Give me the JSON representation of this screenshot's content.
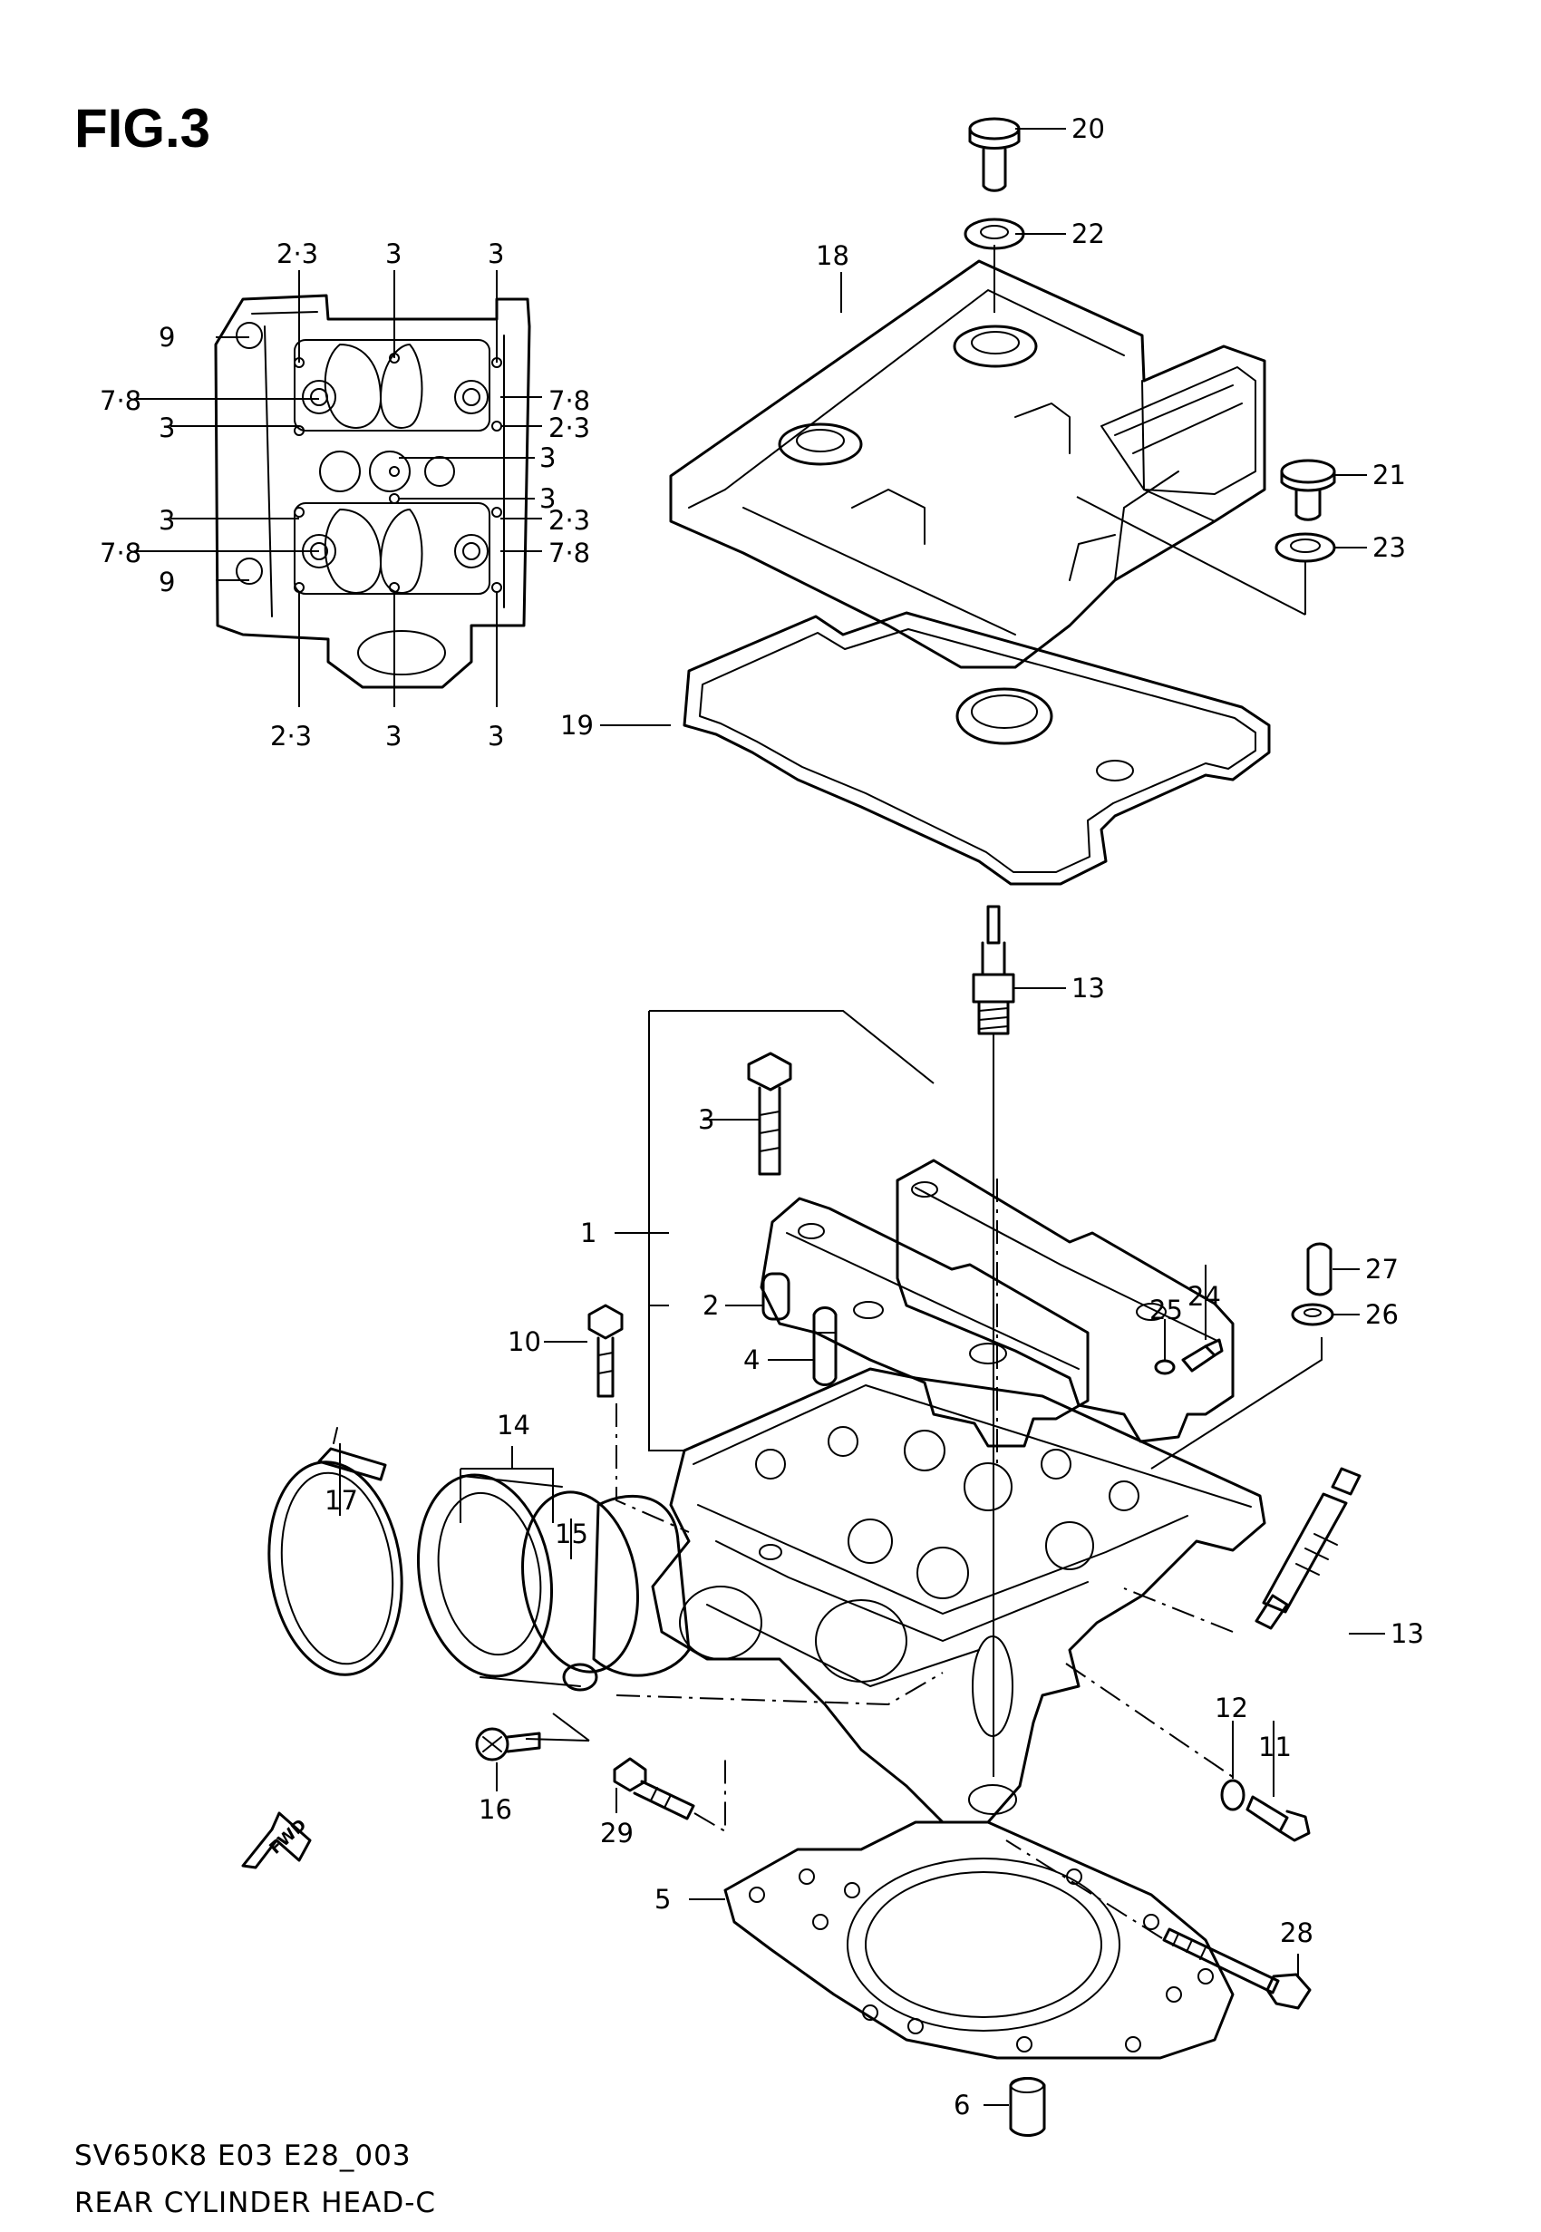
{
  "figure": {
    "title": "FIG.3",
    "code": "SV650K8 E03 E28_003",
    "name": "REAR CYLINDER HEAD-C",
    "fwd_label": "FWD"
  },
  "callouts": [
    "1",
    "2",
    "3",
    "4",
    "5",
    "6",
    "10",
    "11",
    "12",
    "13",
    "13",
    "14",
    "15",
    "16",
    "17",
    "18",
    "19",
    "20",
    "21",
    "22",
    "23",
    "24",
    "25",
    "26",
    "27",
    "28",
    "29"
  ],
  "inset_callouts": [
    "2·3",
    "3",
    "3",
    "9",
    "7·8",
    "7·8",
    "3",
    "2·3",
    "3",
    "3",
    "3",
    "2·3",
    "7·8",
    "7·8",
    "9",
    "2·3",
    "3",
    "3"
  ]
}
